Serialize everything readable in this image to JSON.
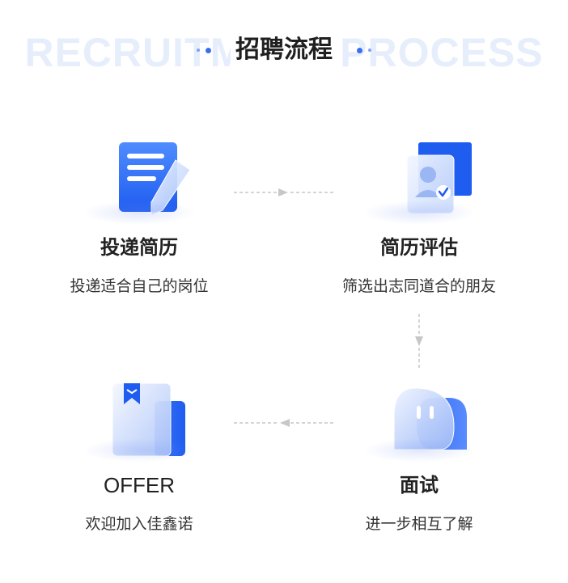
{
  "header": {
    "bg_text": "RECRUITMENT PROCESS",
    "title": "招聘流程"
  },
  "steps": [
    {
      "title": "投递简历",
      "desc": "投递适合自己的岗位",
      "icon": "document-pen-icon"
    },
    {
      "title": "简历评估",
      "desc": "筛选出志同道合的朋友",
      "icon": "profile-card-icon"
    },
    {
      "title": "面试",
      "desc": "进一步相互了解",
      "icon": "chat-bubble-icon"
    },
    {
      "title": "OFFER",
      "desc": "欢迎加入佳鑫诺",
      "icon": "bookmark-book-icon"
    }
  ],
  "colors": {
    "accent": "#2d67f2",
    "title_bg_text": "#e6eefc",
    "connector": "#c7c7c7"
  }
}
